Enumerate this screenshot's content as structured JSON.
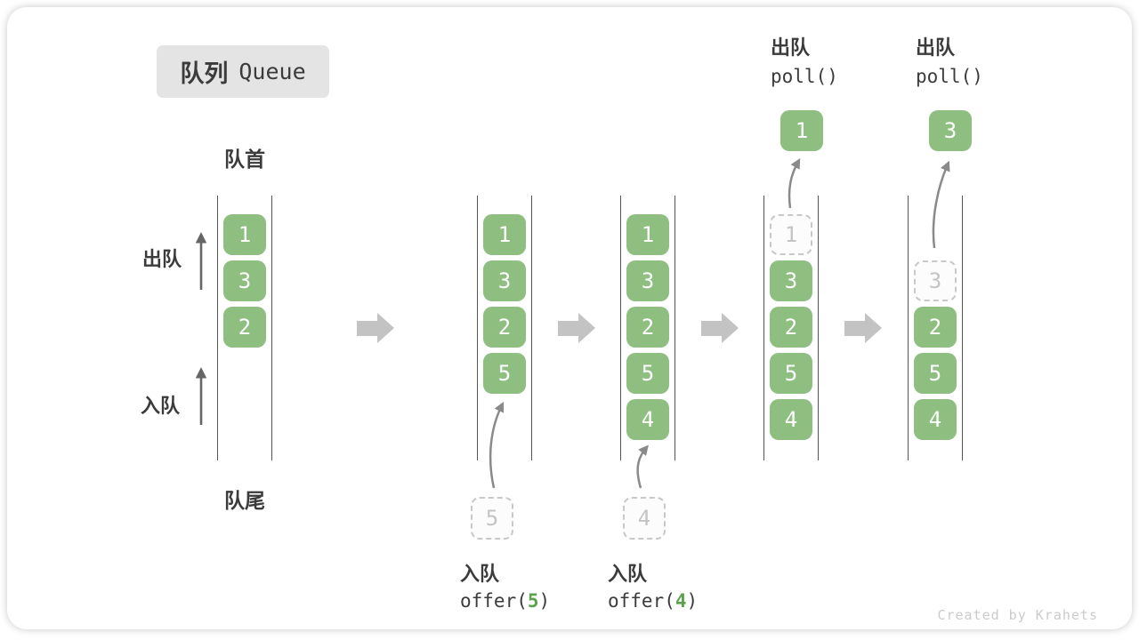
{
  "title": {
    "zh": "队列",
    "en": "Queue"
  },
  "labels": {
    "front": "队首",
    "rear": "队尾",
    "dequeue": "出队",
    "enqueue": "入队"
  },
  "queues": {
    "q1": {
      "items": [
        "1",
        "3",
        "2"
      ]
    },
    "q2": {
      "items": [
        "1",
        "3",
        "2",
        "5"
      ],
      "incoming": "5"
    },
    "q3": {
      "items": [
        "1",
        "3",
        "2",
        "5",
        "4"
      ],
      "incoming": "4"
    },
    "q4": {
      "removed": "1",
      "items": [
        "3",
        "2",
        "5",
        "4"
      ],
      "popped": "1"
    },
    "q5": {
      "removed": "3",
      "items": [
        "2",
        "5",
        "4"
      ],
      "popped": "3"
    }
  },
  "operations": {
    "enqueue5": {
      "label": "入队",
      "fn": "offer(",
      "arg": "5",
      "close": ")"
    },
    "enqueue4": {
      "label": "入队",
      "fn": "offer(",
      "arg": "4",
      "close": ")"
    },
    "poll1": {
      "label": "出队",
      "code": "poll()"
    },
    "poll2": {
      "label": "出队",
      "code": "poll()"
    }
  },
  "watermark": "Created by Krahets",
  "colors": {
    "box_green": "#8ebf80",
    "code_green": "#5aa24c",
    "block_arrow": "#c3c3c3",
    "dashed_gray": "#c8c8c8",
    "text_dark": "#3b3b3b",
    "column_line": "#555555",
    "curve_arrow": "#8a8a8a"
  }
}
